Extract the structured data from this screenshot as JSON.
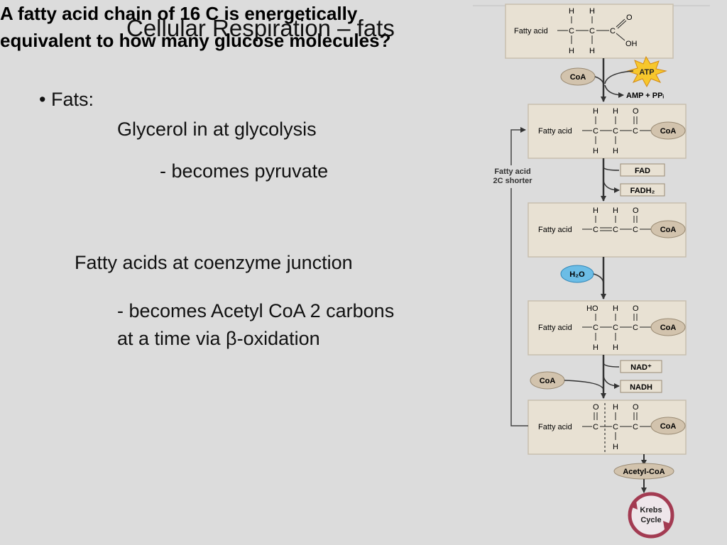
{
  "slide": {
    "title": "Cellular Respiration – fats",
    "bullet": "• Fats:",
    "line_glycerol": "Glycerol in at glycolysis",
    "line_pyruvate": "- becomes pyruvate",
    "line_fatty": "Fatty acids at coenzyme junction",
    "line_acetyl_1": "- becomes Acetyl CoA 2 carbons",
    "line_acetyl_2": "at a time via β-oxidation",
    "question_1": "A fatty acid chain of 16 C is energetically",
    "question_2": "equivalent to how many glucose molecules?"
  },
  "diagram": {
    "fatty_acid": "Fatty acid",
    "carbon": "C",
    "hydrogen": "H",
    "oxygen": "O",
    "hydroxyl": "OH",
    "ho": "HO",
    "coa": "CoA",
    "atp": "ATP",
    "amp_ppi": "AMP + PPᵢ",
    "fad": "FAD",
    "fadh2": "FADH₂",
    "h2o": "H₂O",
    "nad": "NAD⁺",
    "nadh": "NADH",
    "shorter_1": "Fatty acid",
    "shorter_2": "2C shorter",
    "acetyl_coa": "Acetyl-CoA",
    "krebs_1": "Krebs",
    "krebs_2": "Cycle",
    "colors": {
      "box_fill": "#e8e1d3",
      "coa_fill": "#d2c3ad",
      "atp_fill": "#f7c72c",
      "h2o_fill": "#6cbde6",
      "krebs_ring": "#a33b52"
    }
  }
}
